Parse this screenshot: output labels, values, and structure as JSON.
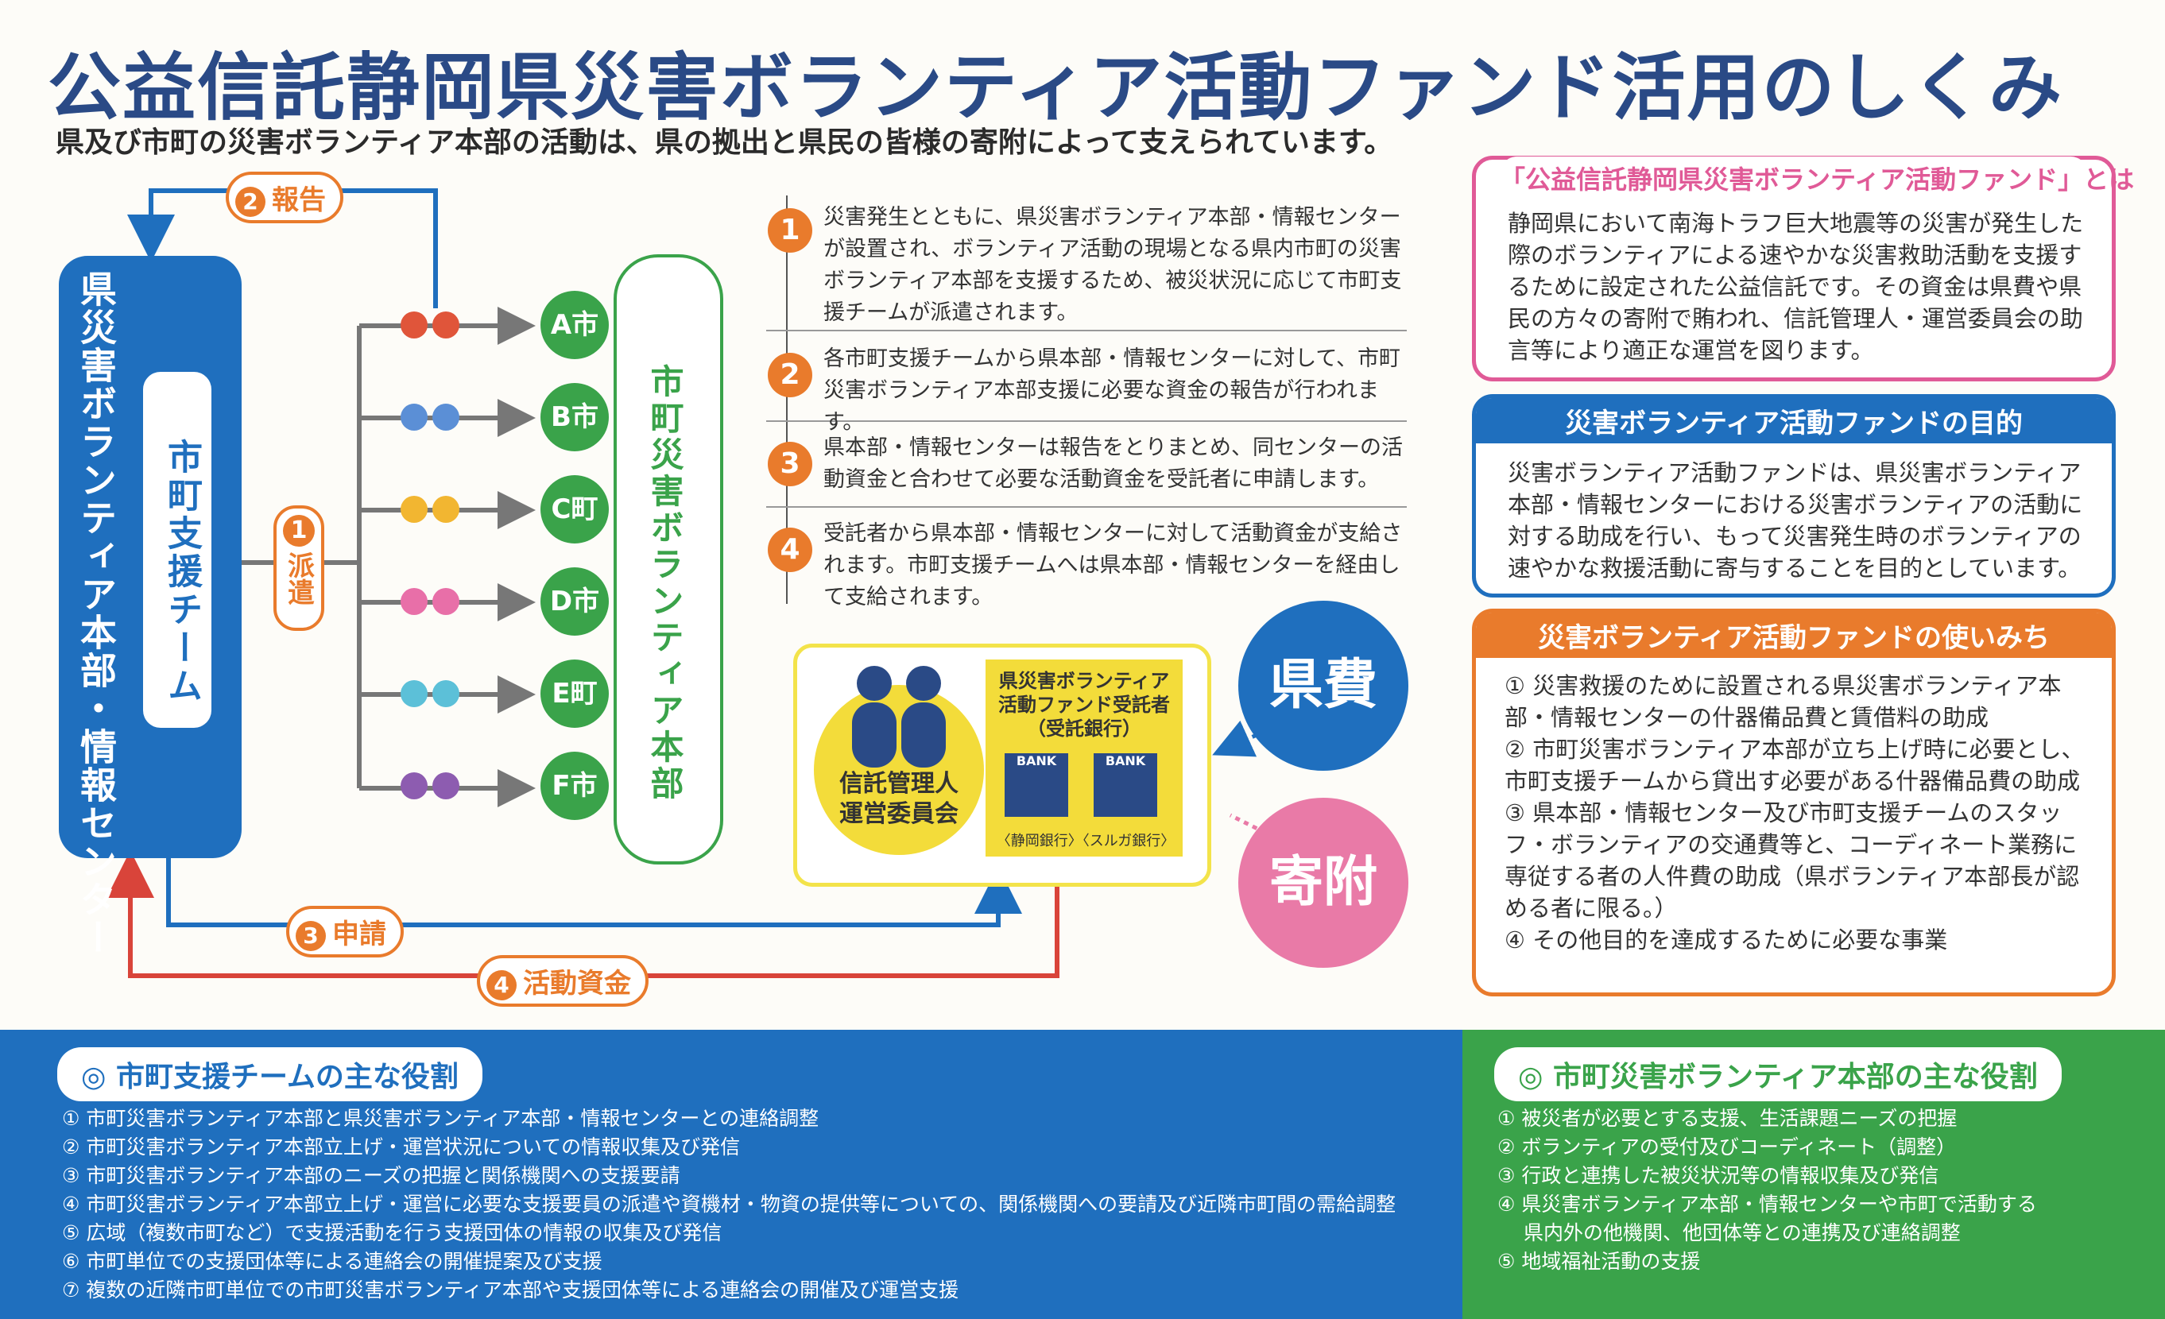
{
  "title": "公益信託静岡県災害ボランティア活動ファンド活用のしくみ",
  "subtitle": "県及び市町の災害ボランティア本部の活動は、県の拠出と県民の皆様の寄附によって支えられています。",
  "diagram": {
    "pref_center": "県災害ボランティア本部・情報センター",
    "support_team": "市町支援チーム",
    "city_hq": "市町災害ボランティア本部",
    "dispatch_num": "1",
    "dispatch_label": "派遣",
    "report_num": "2",
    "report_label": "報告",
    "apply_num": "3",
    "apply_label": "申請",
    "funds_num": "4",
    "funds_label": "活動資金",
    "cities": [
      "A市",
      "B市",
      "C町",
      "D市",
      "E町",
      "F市"
    ],
    "face_colors": [
      "#e0553a",
      "#5b8fd6",
      "#f2b631",
      "#e86fa8",
      "#5cc0d8",
      "#8d5cb0"
    ],
    "trustee": "信託管理人\n運営委員会",
    "trustee_line1": "信託管理人",
    "trustee_line2": "運営委員会",
    "bank_title_1": "県災害ボランティア",
    "bank_title_2": "活動ファンド受託者",
    "bank_title_3": "（受託銀行）",
    "bank_icon_label": "BANK",
    "bank_names": "〈静岡銀行〉〈スルガ銀行〉",
    "pref_funds": "県費",
    "donations": "寄附"
  },
  "steps": [
    {
      "num": "1",
      "text": "災害発生とともに、県災害ボランティア本部・情報センターが設置され、ボランティア活動の現場となる県内市町の災害ボランティア本部を支援するため、被災状況に応じて市町支援チームが派遣されます。"
    },
    {
      "num": "2",
      "text": "各市町支援チームから県本部・情報センターに対して、市町災害ボランティア本部支援に必要な資金の報告が行われます。"
    },
    {
      "num": "3",
      "text": "県本部・情報センターは報告をとりまとめ、同センターの活動資金と合わせて必要な活動資金を受託者に申請します。"
    },
    {
      "num": "4",
      "text": "受託者から県本部・情報センターに対して活動資金が支給されます。市町支援チームへは県本部・情報センターを経由して支給されます。"
    }
  ],
  "panels": {
    "about": {
      "title": "「公益信託静岡県災害ボランティア活動ファンド」とは",
      "text": "静岡県において南海トラフ巨大地震等の災害が発生した際のボランティアによる速やかな災害救助活動を支援するために設定された公益信託です。その資金は県費や県民の方々の寄附で賄われ、信託管理人・運営委員会の助言等により適正な運営を図ります。"
    },
    "purpose": {
      "title": "災害ボランティア活動ファンドの目的",
      "text": "災害ボランティア活動ファンドは、県災害ボランティア本部・情報センターにおける災害ボランティアの活動に対する助成を行い、もって災害発生時のボランティアの速やかな救援活動に寄与することを目的としています。"
    },
    "usage": {
      "title": "災害ボランティア活動ファンドの使いみち",
      "items": [
        "① 災害救援のために設置される県災害ボランティア本部・情報センターの什器備品費と賃借料の助成",
        "② 市町災害ボランティア本部が立ち上げ時に必要とし、市町支援チームから貸出す必要がある什器備品費の助成",
        "③ 県本部・情報センター及び市町支援チームのスタッフ・ボランティアの交通費等と、コーディネート業務に専従する者の人件費の助成（県ボランティア本部長が認める者に限る。）",
        "④ その他目的を達成するために必要な事業"
      ]
    }
  },
  "bottom": {
    "team_roles": {
      "title": "◎ 市町支援チームの主な役割",
      "items": [
        "① 市町災害ボランティア本部と県災害ボランティア本部・情報センターとの連絡調整",
        "② 市町災害ボランティア本部立上げ・運営状況についての情報収集及び発信",
        "③ 市町災害ボランティア本部のニーズの把握と関係機関への支援要請",
        "④ 市町災害ボランティア本部立上げ・運営に必要な支援要員の派遣や資機材・物資の提供等についての、関係機関への要請及び近隣市町間の需給調整",
        "⑤ 広域（複数市町など）で支援活動を行う支援団体の情報の収集及び発信",
        "⑥ 市町単位での支援団体等による連絡会の開催提案及び支援",
        "⑦ 複数の近隣市町単位での市町災害ボランティア本部や支援団体等による連絡会の開催及び運営支援"
      ]
    },
    "hq_roles": {
      "title": "◎ 市町災害ボランティア本部の主な役割",
      "items": [
        "① 被災者が必要とする支援、生活課題ニーズの把握",
        "② ボランティアの受付及びコーディネート（調整）",
        "③ 行政と連携した被災状況等の情報収集及び発信",
        "④ 県災害ボランティア本部・情報センターや市町で活動する",
        "　 県内外の他機関、他団体等との連携及び連絡調整",
        "⑤ 地域福祉活動の支援"
      ]
    }
  }
}
